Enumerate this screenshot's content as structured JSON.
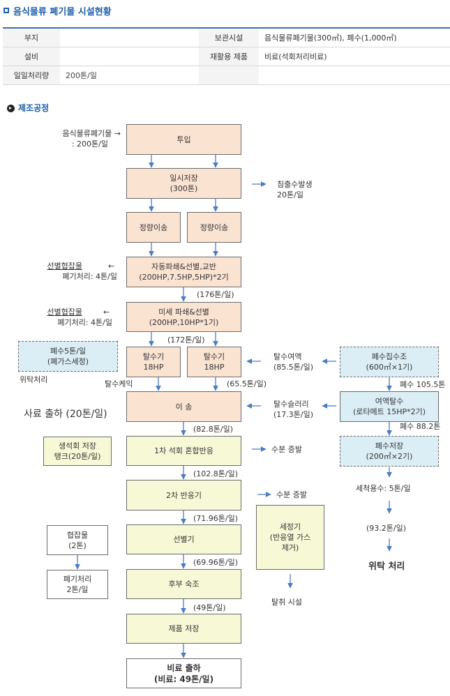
{
  "header": {
    "title": "음식물류 폐기물 시설현황"
  },
  "info_table": {
    "rows": [
      {
        "k1": "부지",
        "v1": "",
        "k2": "보관시설",
        "v2": "음식물류폐기물(300㎥), 폐수(1,000㎥)"
      },
      {
        "k1": "설비",
        "v1": "",
        "k2": "재활용 제품",
        "v2": "비료(석회처리비료)"
      },
      {
        "k1": "일일처리량",
        "v1": "200톤/일",
        "k2": "",
        "v2": ""
      }
    ]
  },
  "section": {
    "title": "제조공정"
  },
  "boxes": {
    "input": "투입",
    "temp_storage": [
      "일시저장",
      "(300톤)"
    ],
    "transfer_a": "정량이송",
    "transfer_b": "정량이송",
    "crush1": [
      "자동파쇄&선별,교반",
      "(200HP,7.5HP,5HP)*2기"
    ],
    "crush2": [
      "미세 파쇄&선별",
      "(200HP,10HP*1기)"
    ],
    "dewater_a": [
      "탈수기",
      "18HP"
    ],
    "dewater_b": [
      "탈수기",
      "18HP"
    ],
    "transport": "이 송",
    "react1": "1차 석회 혼합반응",
    "react2": "2차 반응기",
    "sorter": "선별기",
    "aging": "후부 숙조",
    "product_storage": "제품 저장",
    "fert_ship": [
      "비료 출하",
      "(비료: 49톤/일)"
    ],
    "waste_gas": [
      "폐수5톤/일",
      "(폐가스세정)"
    ],
    "lime_tank": [
      "생석회 저장",
      "탱크(20톤/일)"
    ],
    "impurity": [
      "협잡물",
      "(2톤)"
    ],
    "disposal": [
      "폐기처리",
      "2톤/일"
    ],
    "scrubber": [
      "세정기",
      "(반응열 가스",
      "제거)"
    ],
    "ww_collect": [
      "폐수집수조",
      "(600㎥×1기)"
    ],
    "filtrate_dewater": [
      "여액탈수",
      "(로타메트 15HP*2기)"
    ],
    "ww_storage": [
      "폐수저장",
      "(200㎥×2기)"
    ]
  },
  "labels": {
    "input_note": [
      "음식물류폐기물 →",
      ": 200톤/일"
    ],
    "leachate": [
      "침출수발생",
      "20톤/일"
    ],
    "sorted1": [
      "선별협잡물",
      "폐기처리: 4톤/일"
    ],
    "sorted2": [
      "선별협잡물",
      "폐기처리: 4톤/일"
    ],
    "arrow_left": "←",
    "flow_176": "(176톤/일)",
    "flow_172": "(172톤/일)",
    "consign": "위탁처리",
    "cake": "탈수케익",
    "flow_655": "(65.5톤/일)",
    "filtrate": [
      "탈수여액",
      "(85.5톤/일)"
    ],
    "ww_1055": "폐수 105.5톤",
    "feed": "사료 출하 (20톤/일)",
    "sludge": [
      "탈수슬러리",
      "(17.3톤/일)"
    ],
    "ww_882": "폐수 88.2톤",
    "flow_828": "(82.8톤/일)",
    "evap1": "수분 증발",
    "flow_1028": "(102.8톤/일)",
    "evap2": "수분 증발",
    "wash_water": "세척용수: 5톤/일",
    "flow_7196": "(71.96톤/일)",
    "flow_932": "(93.2톤/일)",
    "flow_6996": "(69.96톤/일)",
    "consign2": "위탁 처리",
    "deodor": "탈취 시설",
    "flow_49": "(49톤/일)"
  },
  "colors": {
    "accent": "#1c5fa8",
    "arrow": "#4a7cc2",
    "pink": "#fbe3d2",
    "yellow": "#f7f9d6",
    "blue": "#dceef5"
  }
}
